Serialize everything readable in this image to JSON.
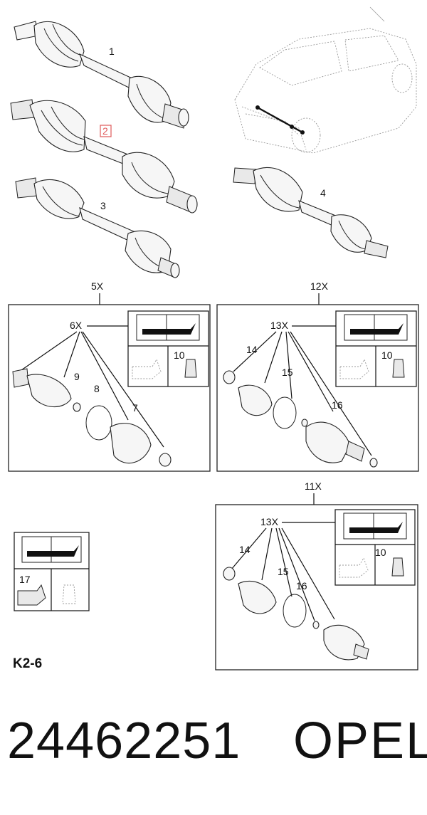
{
  "callouts": {
    "c1": "1",
    "c2": "2",
    "c3": "3",
    "c4": "4",
    "c5x": "5X",
    "c6x": "6X",
    "c7": "7",
    "c8": "8",
    "c9": "9",
    "c10a": "10",
    "c12x": "12X",
    "c13xa": "13X",
    "c14a": "14",
    "c15a": "15",
    "c16a": "16",
    "c10b": "10",
    "c11x": "11X",
    "c13xb": "13X",
    "c14b": "14",
    "c15b": "15",
    "c16b": "16",
    "c10c": "10",
    "c17": "17"
  },
  "footer": {
    "ref_code": "K2-6",
    "part_number": "24462251",
    "brand": "OPEL"
  },
  "colors": {
    "highlight": "#e05a5a"
  }
}
